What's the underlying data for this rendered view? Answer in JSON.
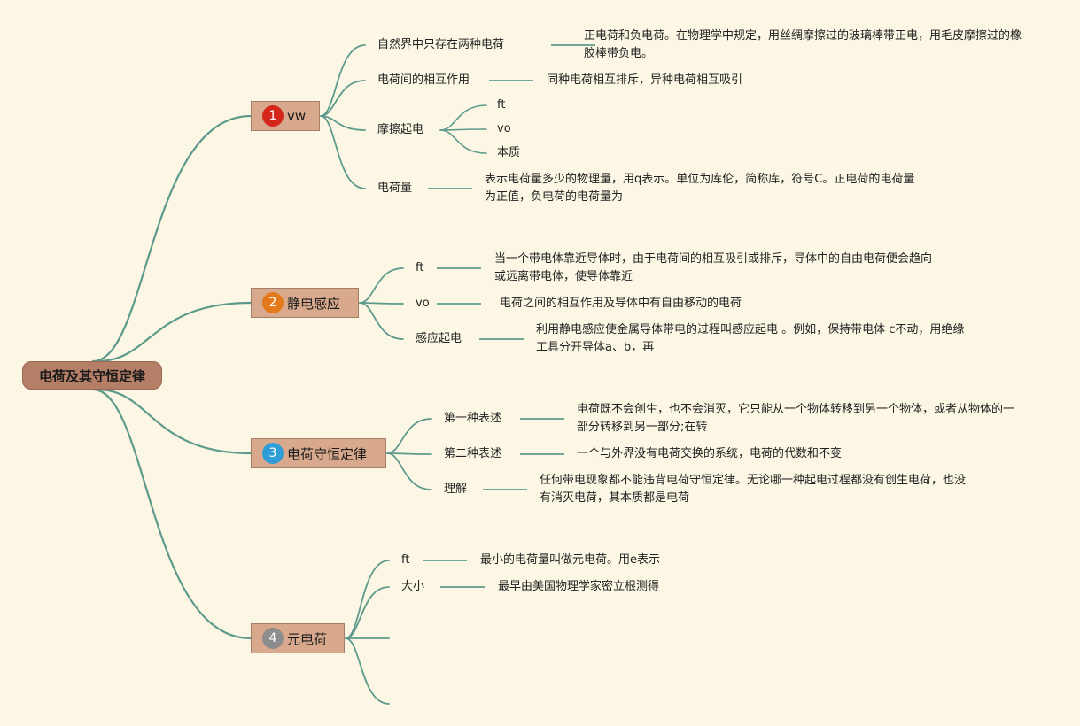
{
  "colors": {
    "background": "#fbf7e4",
    "line": "#5e9a8c",
    "root_fill": "#b47f66",
    "branch_fill": "#d8a98d",
    "badge_1": "#d5261c",
    "badge_2": "#e4791b",
    "badge_3": "#2f9ed8",
    "badge_4": "#8d8d8d"
  },
  "root": {
    "label": "电荷及其守恒定律"
  },
  "branches": [
    {
      "number": "1",
      "label": "vw",
      "children": [
        {
          "label": "自然界中只存在两种电荷",
          "desc": "正电荷和负电荷。在物理学中规定，用丝绸摩擦过的玻璃棒带正电，用毛皮摩擦过的橡胶棒带负电。"
        },
        {
          "label": "电荷间的相互作用",
          "desc": "同种电荷相互排斥，异种电荷相互吸引"
        },
        {
          "label": "摩擦起电",
          "subs": [
            "ft",
            "vo",
            "本质"
          ]
        },
        {
          "label": "电荷量",
          "desc": "表示电荷量多少的物理量，用q表示。单位为库伦，简称库，符号C。正电荷的电荷量为正值，负电荷的电荷量为"
        }
      ]
    },
    {
      "number": "2",
      "label": "静电感应",
      "children": [
        {
          "label": "ft",
          "desc": "当一个带电体靠近导体时，由于电荷间的相互吸引或排斥，导体中的自由电荷便会趋向或远离带电体，使导体靠近"
        },
        {
          "label": "vo",
          "desc": "电荷之间的相互作用及导体中有自由移动的电荷"
        },
        {
          "label": "感应起电",
          "desc": "利用静电感应使金属导体带电的过程叫感应起电 。例如，保持带电体 c不动，用绝缘工具分开导体a、b，再"
        }
      ]
    },
    {
      "number": "3",
      "label": "电荷守恒定律",
      "children": [
        {
          "label": "第一种表述",
          "desc": "电荷既不会创生，也不会消灭，它只能从一个物体转移到另一个物体，或者从物体的一部分转移到另一部分;在转"
        },
        {
          "label": "第二种表述",
          "desc": "一个与外界没有电荷交换的系统，电荷的代数和不变"
        },
        {
          "label": "理解",
          "desc": "任何带电现象都不能违背电荷守恒定律。无论哪一种起电过程都没有创生电荷，也没有消灭电荷，其本质都是电荷"
        }
      ]
    },
    {
      "number": "4",
      "label": "元电荷",
      "children": [
        {
          "label": "ft",
          "desc": "最小的电荷量叫做元电荷。用e表示"
        },
        {
          "label": "大小",
          "desc": "最早由美国物理学家密立根测得"
        }
      ]
    }
  ]
}
